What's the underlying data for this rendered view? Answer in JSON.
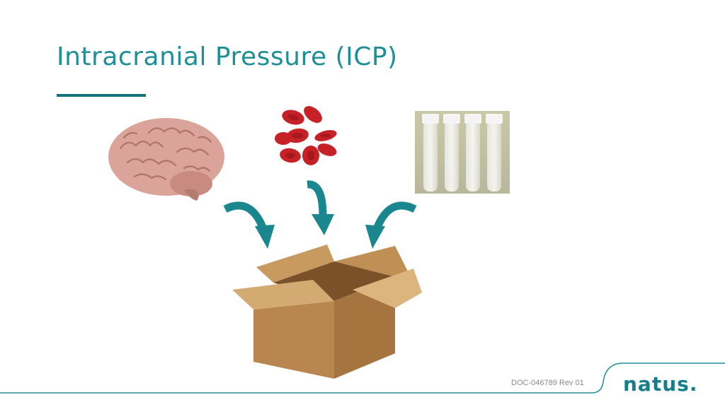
{
  "slide": {
    "title": "Intracranial Pressure (ICP)",
    "doc_ref": "DOC-046789 Rev 01",
    "logo_text": "natus",
    "logo_mark": "."
  },
  "colors": {
    "accent": "#1f8f96",
    "rule": "#11757e",
    "arrow": "#1a868e",
    "box_front": "#b8864e",
    "box_side": "#a5743f",
    "box_flap": "#d2aa72",
    "blood": "#c62127",
    "brain": "#dba49a"
  },
  "illustrations": [
    "brain-icon",
    "red-blood-cells-icon",
    "csf-tubes-icon",
    "open-box-icon"
  ]
}
